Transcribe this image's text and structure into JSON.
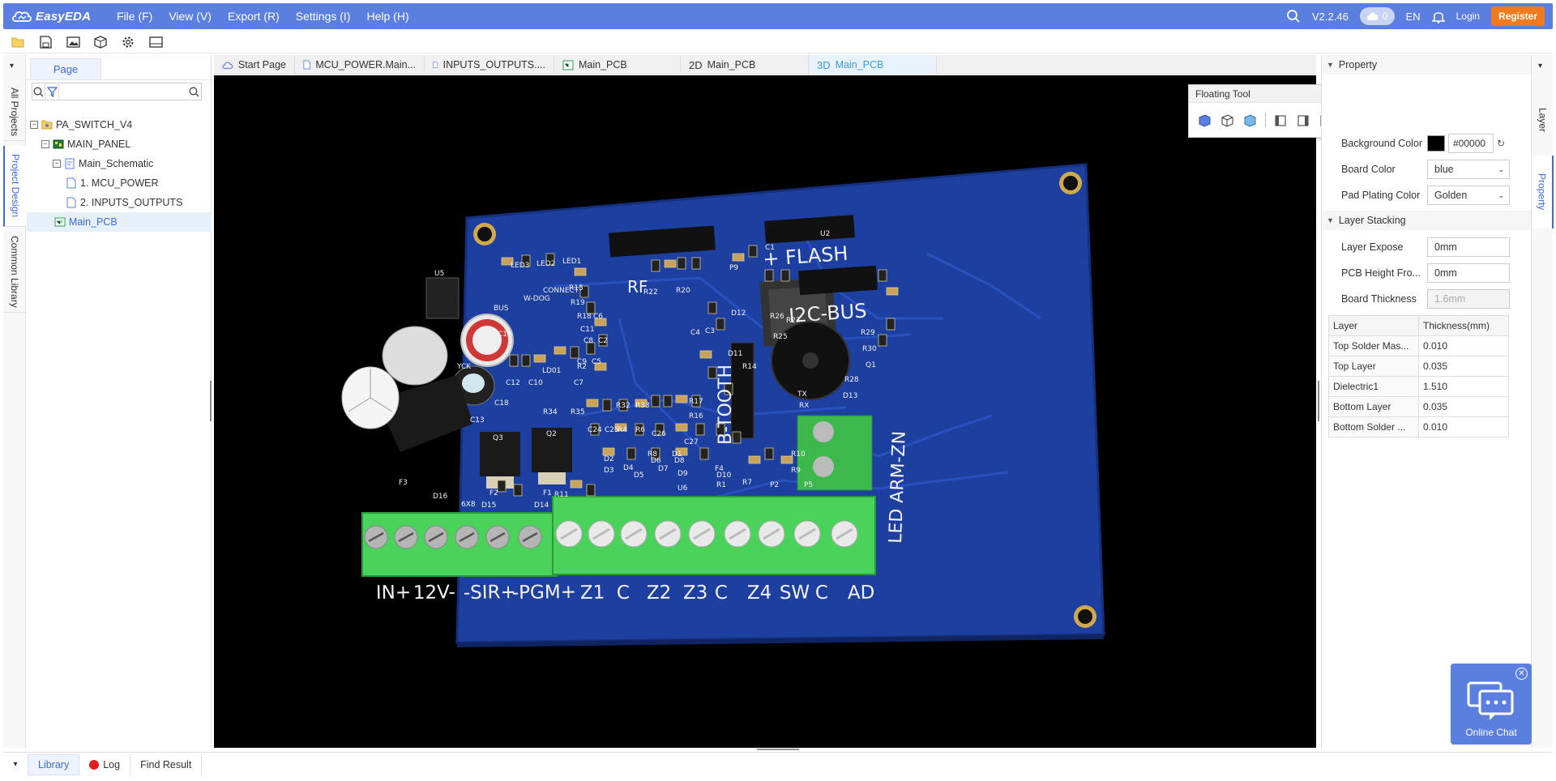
{
  "app": {
    "name": "EasyEDA",
    "version": "V2.2.46",
    "cloud_count": "0",
    "language": "EN",
    "login": "Login",
    "register": "Register",
    "brand_color": "#5b7fde",
    "register_color": "#f07a1e"
  },
  "menu": [
    "File (F)",
    "View (V)",
    "Export (R)",
    "Settings (I)",
    "Help (H)"
  ],
  "toolbar_icons": [
    "folder-icon",
    "save-icon",
    "image-icon",
    "package-icon",
    "settings-icon",
    "panel-icon"
  ],
  "left_vtabs": [
    "All Projects",
    "Project Design",
    "Common Library"
  ],
  "left_panel": {
    "tab": "Page",
    "search_placeholder": "",
    "tree": [
      {
        "label": "PA_SWITCH_V4",
        "type": "project"
      },
      {
        "label": "MAIN_PANEL",
        "type": "board"
      },
      {
        "label": "Main_Schematic",
        "type": "schematic"
      },
      {
        "label": "1. MCU_POWER",
        "type": "sheet"
      },
      {
        "label": "2. INPUTS_OUTPUTS",
        "type": "sheet"
      },
      {
        "label": "Main_PCB",
        "type": "pcb"
      }
    ]
  },
  "doc_tabs": [
    {
      "label": "Start Page",
      "prefix": ""
    },
    {
      "label": "MCU_POWER.Main...",
      "prefix": ""
    },
    {
      "label": "INPUTS_OUTPUTS....",
      "prefix": ""
    },
    {
      "label": "Main_PCB",
      "prefix": ""
    },
    {
      "label": "Main_PCB",
      "prefix": "2D"
    },
    {
      "label": "Main_PCB",
      "prefix": "3D"
    }
  ],
  "floating_tool": {
    "title": "Floating Tool"
  },
  "property": {
    "section1": "Property",
    "background_color_label": "Background Color",
    "background_color_value": "#00000",
    "board_color_label": "Board Color",
    "board_color_value": "blue",
    "pad_plating_label": "Pad Plating Color",
    "pad_plating_value": "Golden",
    "section2": "Layer Stacking",
    "layer_expose_label": "Layer Expose",
    "layer_expose_value": "0mm",
    "pcb_height_label": "PCB Height Fro...",
    "pcb_height_value": "0mm",
    "board_thickness_label": "Board Thickness",
    "board_thickness_value": "1.6mm",
    "table_headers": [
      "Layer",
      "Thickness(mm)"
    ],
    "table_rows": [
      [
        "Top Solder Mas...",
        "0.010"
      ],
      [
        "Top Layer",
        "0.035"
      ],
      [
        "Dielectric1",
        "1.510"
      ],
      [
        "Bottom Layer",
        "0.035"
      ],
      [
        "Bottom Solder ...",
        "0.010"
      ]
    ]
  },
  "right_vtabs": [
    "Layer",
    "Property"
  ],
  "online_chat": "Online Chat",
  "bottom_tabs": [
    "Library",
    "Log",
    "Find Result"
  ],
  "pcb": {
    "board_color": "#1d3fa0",
    "bottom_labels": [
      "IN+",
      "12V-",
      "-SIR+",
      "-PGM+",
      "Z1",
      "C",
      "Z2",
      "Z3",
      "C",
      "Z4",
      "SW",
      "C",
      "AD"
    ],
    "side_label": "LED ARM-ZN",
    "top_labels": [
      "RF",
      "+ FLASH",
      "I2C-BUS",
      "B-TOOTH"
    ],
    "small_labels": [
      "U5",
      "LED3",
      "LED2",
      "LED1",
      "BUS",
      "W-DOG",
      "CONNECT",
      "C19",
      "C18",
      "C13",
      "LD01",
      "R22",
      "R20",
      "P9",
      "C1",
      "U2",
      "D12",
      "R26",
      "R27",
      "R25",
      "R29",
      "R30",
      "Q1",
      "R28",
      "D13",
      "TX",
      "RX",
      "Q3",
      "Q2",
      "F3",
      "F2",
      "F1",
      "D16",
      "D15",
      "D14",
      "P2",
      "P5",
      "R10",
      "R9",
      "C26",
      "C27",
      "R16",
      "R17",
      "R34",
      "R35",
      "R32",
      "R33",
      "D11",
      "R14",
      "R15",
      "R19",
      "R18",
      "C11",
      "C12",
      "C10",
      "C9",
      "C5",
      "C4",
      "C3",
      "C6",
      "C7",
      "C8",
      "C2",
      "R2",
      "C24",
      "C25",
      "R4",
      "R6",
      "R8",
      "D1",
      "D2",
      "D3",
      "D4",
      "D5",
      "D6",
      "D7",
      "D8",
      "D9",
      "D10",
      "R1",
      "R7",
      "R11",
      "U6",
      "F4",
      "6X8",
      "YCK"
    ]
  }
}
